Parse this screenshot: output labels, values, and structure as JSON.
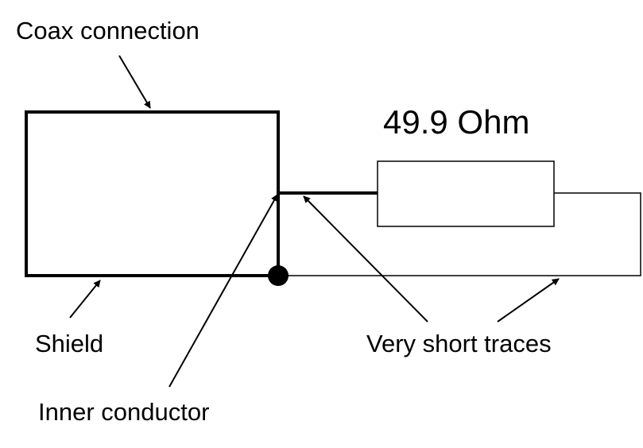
{
  "labels": {
    "coax_connection": "Coax connection",
    "resistor_value": "49.9 Ohm",
    "shield": "Shield",
    "inner_conductor": "Inner conductor",
    "very_short_traces": "Very short traces"
  }
}
